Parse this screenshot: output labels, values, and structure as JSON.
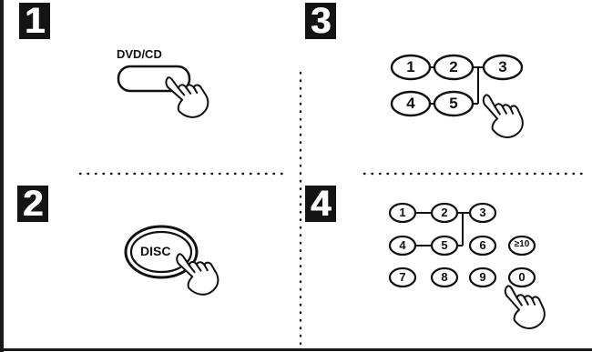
{
  "panels": [
    {
      "step": "1",
      "button_label": "DVD/CD"
    },
    {
      "step": "2",
      "button_label": "DISC"
    },
    {
      "step": "3",
      "keys": [
        "1",
        "2",
        "3",
        "4",
        "5"
      ]
    },
    {
      "step": "4",
      "keys": [
        "1",
        "2",
        "3",
        "4",
        "5",
        "6",
        "≥10",
        "7",
        "8",
        "9",
        "0"
      ]
    }
  ],
  "colors": {
    "ink": "#111111",
    "paper": "#ffffff",
    "step_badge": "#141414"
  }
}
